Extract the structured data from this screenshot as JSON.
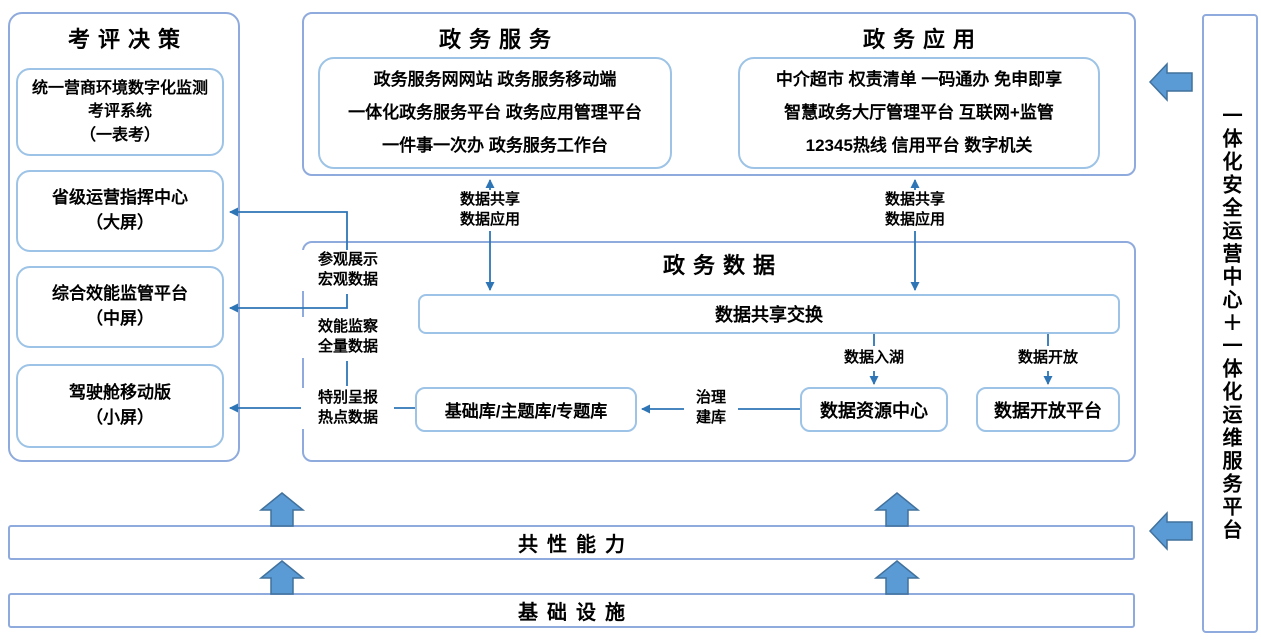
{
  "palette": {
    "panel_border": "#8faadc",
    "box_border": "#9dc3e6",
    "line_color": "#2e75b6",
    "block_arrow_fill": "#5b9bd5",
    "block_arrow_stroke": "#41719c"
  },
  "left_panel": {
    "title": "考评决策",
    "boxes": [
      {
        "lines": [
          "统一营商环境数字化监测",
          "考评系统",
          "（一表考）"
        ]
      },
      {
        "lines": [
          "省级运营指挥中心",
          "（大屏）"
        ]
      },
      {
        "lines": [
          "综合效能监管平台",
          "（中屏）"
        ]
      },
      {
        "lines": [
          "驾驶舱移动版",
          "（小屏）"
        ]
      }
    ]
  },
  "top_panel": {
    "service_title": "政务服务",
    "service_lines": [
      "政务服务网网站 政务服务移动端",
      "一体化政务服务平台 政务应用管理平台",
      "一件事一次办 政务服务工作台"
    ],
    "application_title": "政务应用",
    "application_lines": [
      "中介超市 权责清单 一码通办 免申即享",
      "智慧政务大厅管理平台 互联网+监管",
      "12345热线 信用平台 数字机关"
    ]
  },
  "data_panel": {
    "title": "政务数据",
    "exchange_bar": "数据共享交换",
    "base_library": "基础库/主题库/专题库",
    "resource_center": "数据资源中心",
    "open_platform": "数据开放平台"
  },
  "connectors": {
    "share_app_left": "数据共享\n数据应用",
    "share_app_right": "数据共享\n数据应用",
    "data_lake": "数据入湖",
    "data_open": "数据开放",
    "govern_build": "治理\n建库",
    "big_screen_data": "参观展示\n宏观数据",
    "mid_screen_data": "效能监察\n全量数据",
    "small_screen_data": "特别呈报\n热点数据"
  },
  "bottom": {
    "capability_bar": "共性能力",
    "infrastructure_bar": "基础设施"
  },
  "right_panel": {
    "title": "一体化安全运营中心＋一体化运维服务平台"
  }
}
